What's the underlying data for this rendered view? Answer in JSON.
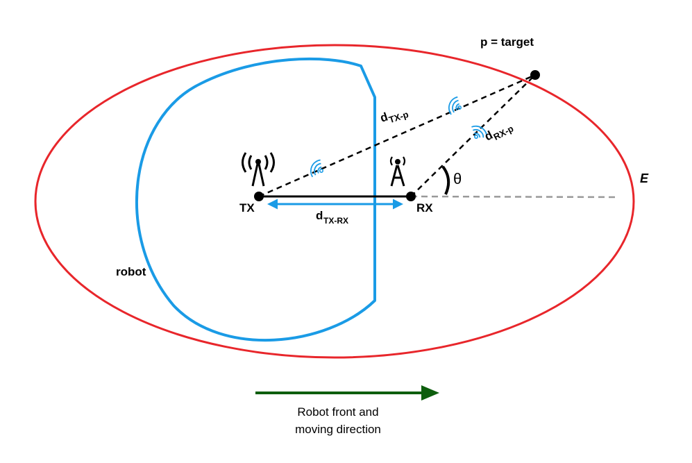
{
  "labels": {
    "target": "p = target",
    "tx": "TX",
    "rx": "RX",
    "robot": "robot",
    "ellipse": "E",
    "theta": "θ",
    "d_main": "d",
    "tx_p_sub": "TX-p",
    "rx_p_sub": "RX-p",
    "tx_rx_sub": "TX-RX"
  },
  "caption": {
    "line1": "Robot front and",
    "line2": "moving direction"
  },
  "colors": {
    "ellipse": "#e8262b",
    "robot": "#1a9be6",
    "arrow_tx_rx": "#1a9be6",
    "wifi": "#1a9be6",
    "direction_arrow": "#0d5e0d",
    "dashed_ref": "#999999",
    "lines": "#000000"
  },
  "icons": {
    "tx_antenna": "broadcast-tower-icon",
    "rx_antenna": "antenna-icon",
    "signal": "wifi-signal-icon"
  }
}
